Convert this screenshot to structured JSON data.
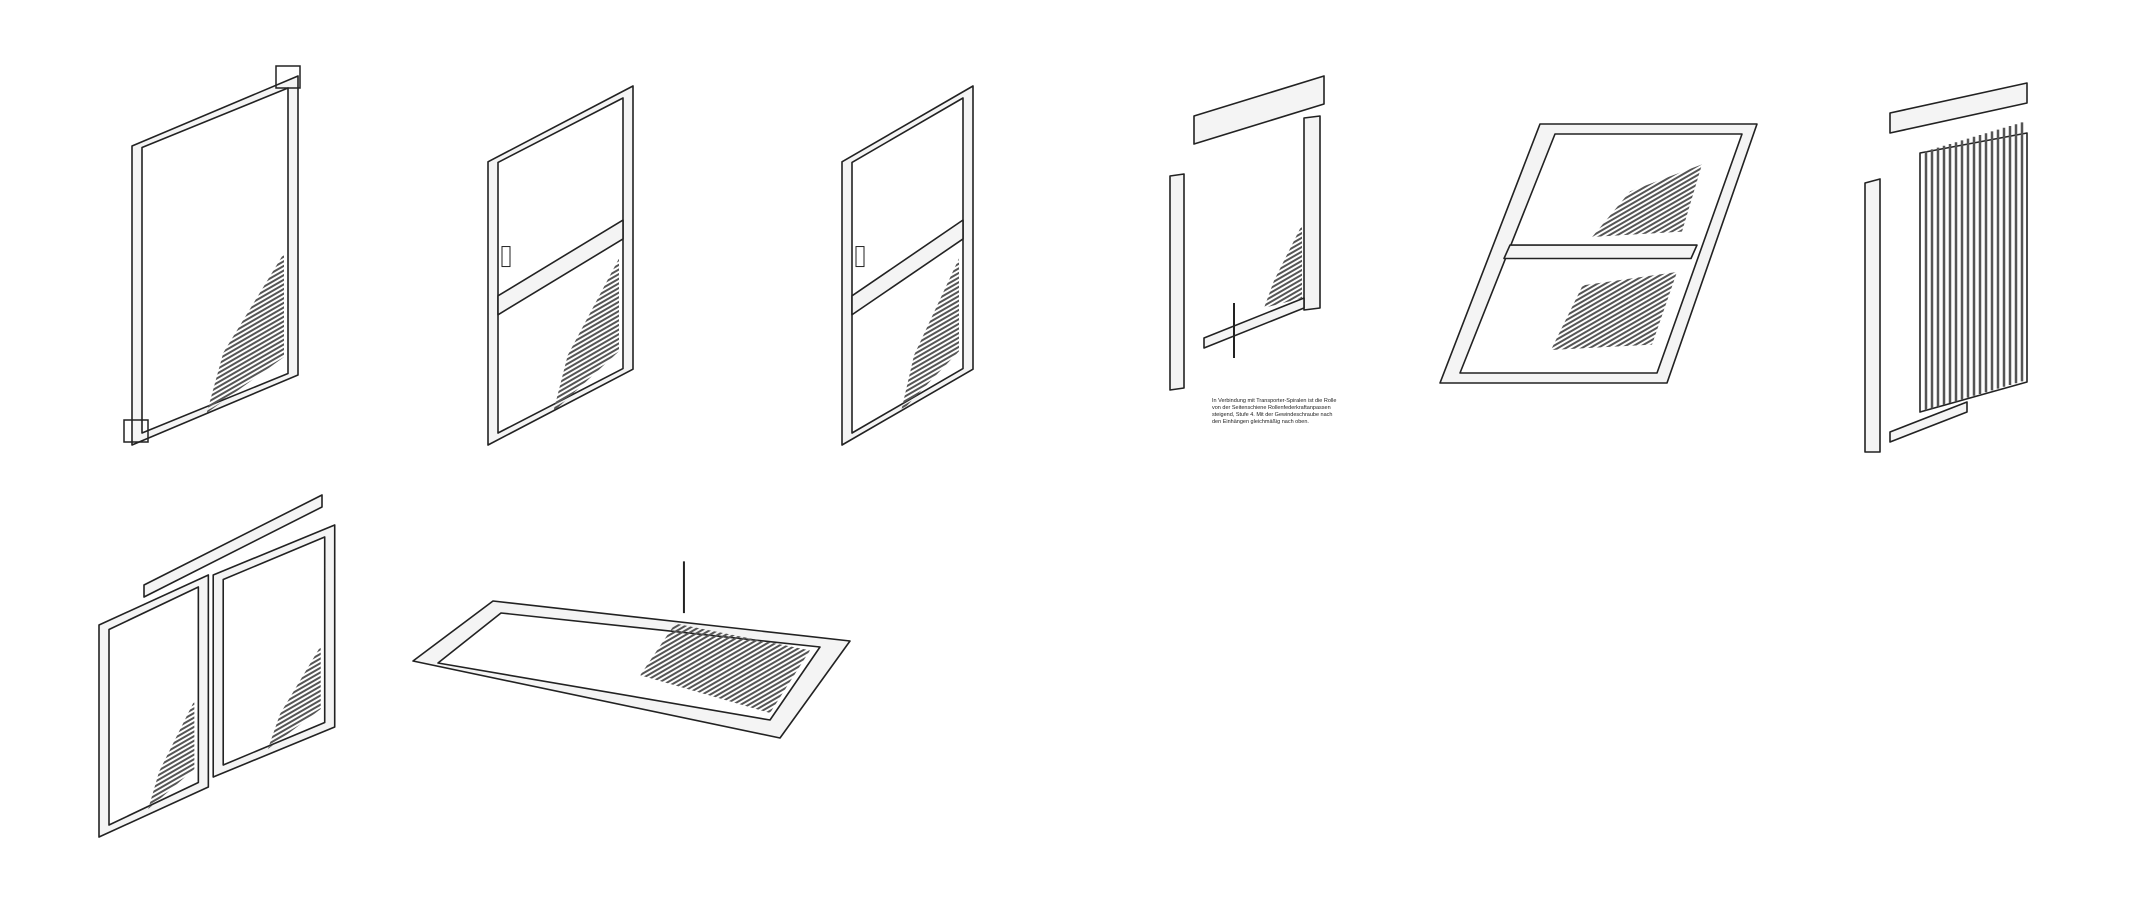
{
  "figures": [
    {
      "name": "window-frame-screen",
      "style": "frame"
    },
    {
      "name": "door-frame-screen",
      "style": "door"
    },
    {
      "name": "door-frame-screen-variant",
      "style": "door"
    },
    {
      "name": "roller-screen",
      "style": "roller"
    },
    {
      "name": "roof-window-screen",
      "style": "roof"
    },
    {
      "name": "pleated-screen",
      "style": "pleated"
    },
    {
      "name": "double-window-screen",
      "style": "double"
    },
    {
      "name": "skylight-frame-screen",
      "style": "flat"
    }
  ],
  "roller_caption": "In Verbindung mit Transporter-Spiralen ist die Rolle von der Seitenschiene Rollenfederkraftanpassen steigend, Stufe 4. Mit der Gewindeschraube nach den Einhängen gleichmäßig nach oben.",
  "colors": {
    "line": "#222222",
    "mesh": "#555555",
    "frame": "#f4f4f4"
  }
}
